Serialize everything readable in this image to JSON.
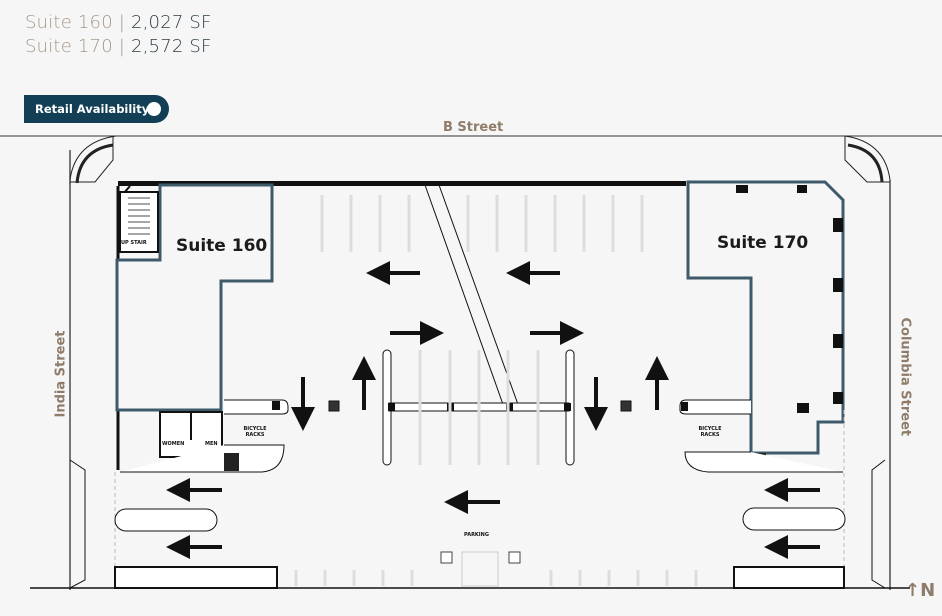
{
  "header": {
    "suites": [
      {
        "name": "Suite 160",
        "separator": "|",
        "area": "2,027 SF"
      },
      {
        "name": "Suite 170",
        "separator": "|",
        "area": "2,572 SF"
      }
    ]
  },
  "toggle": {
    "label": "Retail Availability",
    "state": "on",
    "background": "#133f56"
  },
  "map": {
    "streets": {
      "north": "B Street",
      "west": "India Street",
      "east": "Columbia Street"
    },
    "compass": {
      "icon": "north-arrow-icon",
      "label": "N"
    },
    "suites": [
      {
        "label": "Suite 160",
        "outline_color": "#3f5a6b"
      },
      {
        "label": "Suite 170",
        "outline_color": "#3f5a6b"
      }
    ],
    "annotations": {
      "stair": "UP\nSTAIR",
      "women": "WOMEN",
      "men": "MEN",
      "bicycle_left": "BICYCLE\nRACKS",
      "bicycle_right": "BICYCLE\nRACKS",
      "parking": "PARKING"
    }
  }
}
